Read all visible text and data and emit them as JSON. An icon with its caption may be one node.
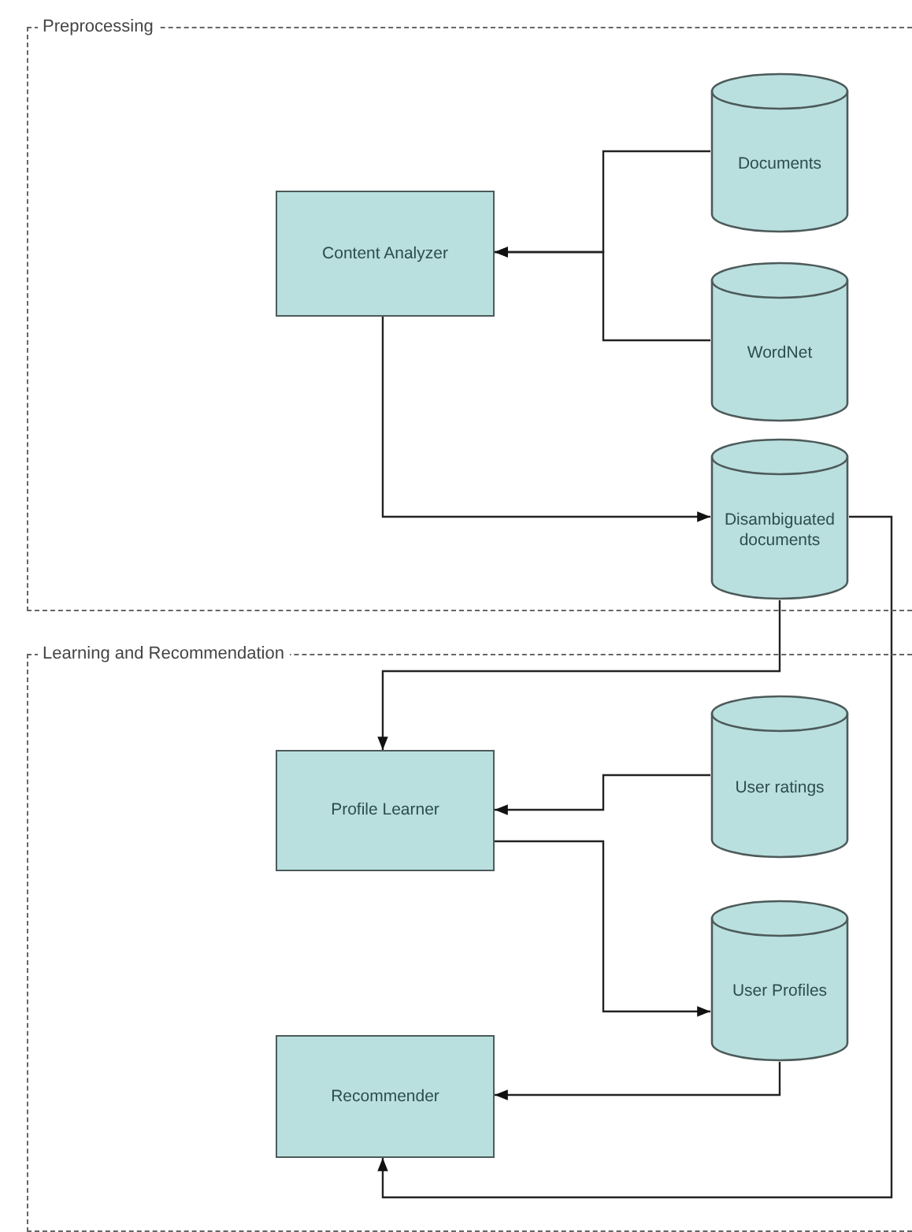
{
  "diagram": {
    "nodes": [
      {
        "text": [
          "Preprocessing"
        ]
      },
      {
        "text": [
          "Content Analyzer"
        ],
        "in": 0
      },
      {
        "text": [
          "Documents"
        ],
        "in": 0
      },
      {
        "text": [
          "WordNet"
        ],
        "in": 0
      },
      {
        "text": [
          "Disambiguated documents"
        ],
        "in": 0
      },
      {
        "text": [
          "Learning and Recommendation"
        ]
      },
      {
        "text": [
          "Profile Learner"
        ],
        "in": 5
      },
      {
        "text": [
          "User ratings"
        ],
        "in": 5
      },
      {
        "text": [
          "User Profiles"
        ],
        "in": 5
      },
      {
        "text": [
          "Recommender"
        ],
        "in": 5
      }
    ],
    "edges": [
      {
        "from": 2,
        "to": 1,
        "arrow": "to"
      },
      {
        "from": 3,
        "to": 1,
        "arrow": "to"
      },
      {
        "from": 1,
        "to": 4,
        "arrow": "to"
      },
      {
        "from": 4,
        "to": 6,
        "arrow": "to"
      },
      {
        "from": 4,
        "to": 9,
        "arrow": "to"
      },
      {
        "from": 7,
        "to": 6,
        "arrow": "to"
      },
      {
        "from": 6,
        "to": 8,
        "arrow": "to"
      },
      {
        "from": 8,
        "to": 9,
        "arrow": "to"
      }
    ]
  }
}
